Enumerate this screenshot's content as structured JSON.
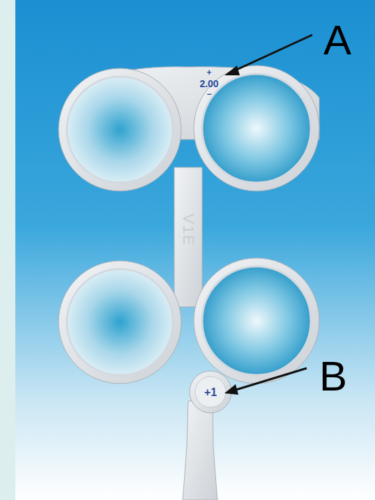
{
  "diagram": {
    "labels": [
      "+",
      "2.00",
      "−",
      "V1E",
      "+1",
      "A",
      "B"
    ]
  }
}
